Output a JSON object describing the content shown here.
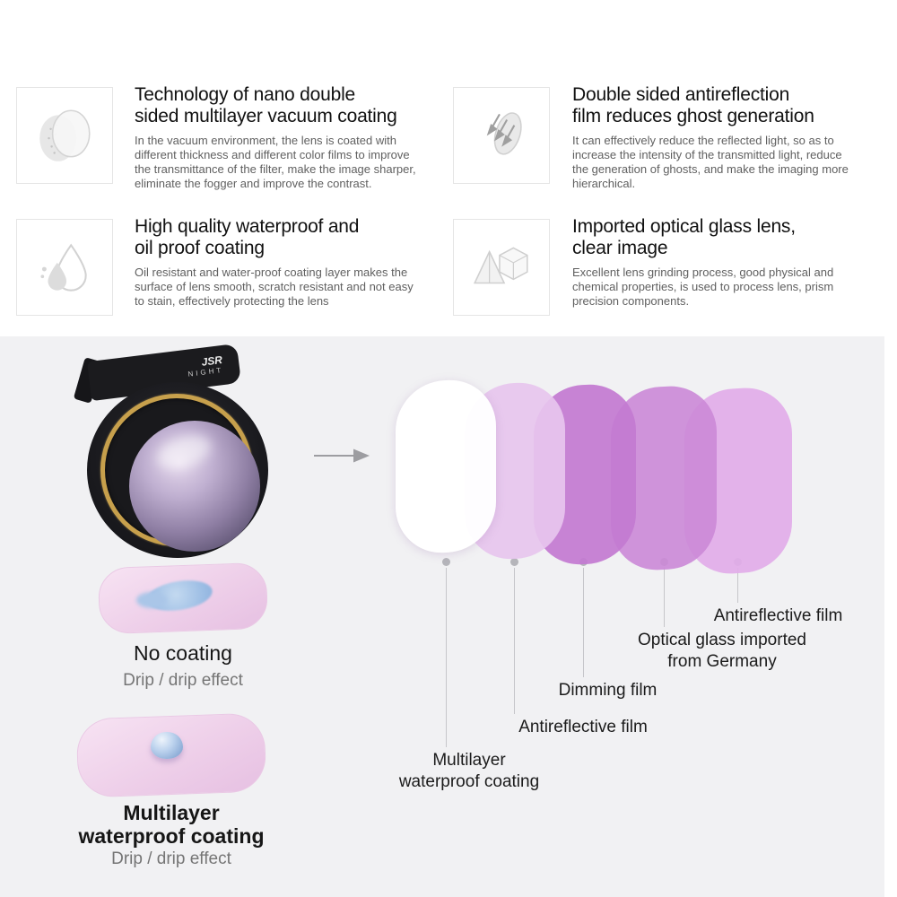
{
  "features": [
    {
      "title": "Technology of nano double\nsided multilayer vacuum coating",
      "body": "In the vacuum environment, the lens is coated with different thickness and different color films to improve the transmittance of the filter, make the image sharper, eliminate the fogger and improve the contrast."
    },
    {
      "title": "Double sided antireflection\nfilm reduces ghost generation",
      "body": "It can effectively reduce the reflected light, so as to increase the intensity of the transmitted light, reduce the generation of ghosts, and make the imaging more hierarchical."
    },
    {
      "title": "High quality waterproof and\noil proof coating",
      "body": "Oil resistant and water-proof coating layer makes the surface of lens smooth, scratch resistant and not easy to stain, effectively protecting the lens"
    },
    {
      "title": "Imported optical glass lens,\nclear image",
      "body": "Excellent lens grinding process, good physical and chemical properties, is used to process lens, prism precision components."
    }
  ],
  "product": {
    "brand": "JSR",
    "model": "NIGHT"
  },
  "diagram": {
    "layers": [
      {
        "label": "Multilayer\nwaterproof coating",
        "color": "rgba(255,255,255,0.96)"
      },
      {
        "label": "Antireflective film",
        "color": "rgba(231,198,238,0.92)"
      },
      {
        "label": "Dimming film",
        "color": "rgba(195,122,209,0.92)"
      },
      {
        "label": "Optical glass imported\nfrom Germany",
        "color": "rgba(203,136,215,0.90)"
      },
      {
        "label": "Antireflective film",
        "color": "rgba(226,172,233,0.92)"
      }
    ]
  },
  "samples": [
    {
      "title": "No coating",
      "subtitle": "Drip / drip effect"
    },
    {
      "title": "Multilayer\nwaterproof coating",
      "subtitle": "Drip / drip effect"
    }
  ],
  "colors": {
    "section_bg": "#f1f1f3",
    "gold_ring": "#c7a04c",
    "pink_sample": "#eecfe9",
    "water_blue": "#9cbde4"
  }
}
